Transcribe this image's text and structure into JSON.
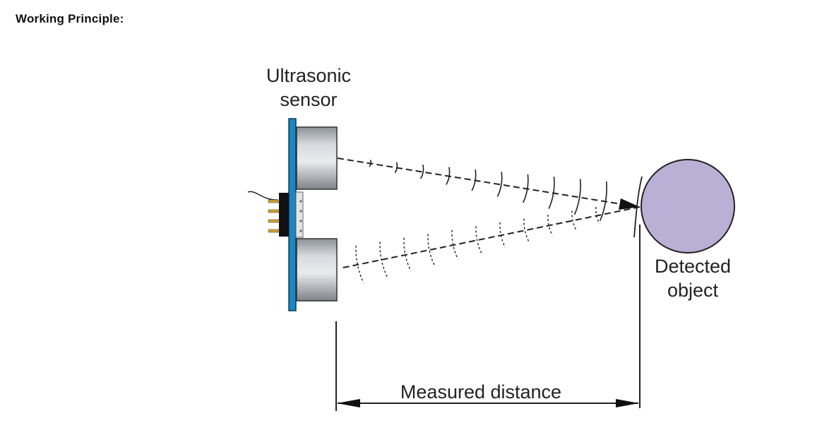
{
  "heading": "Working Principle:",
  "diagram": {
    "sensor_label": [
      "Ultrasonic",
      "sensor"
    ],
    "object_label": [
      "Detected",
      "object"
    ],
    "distance_label": "Measured distance"
  },
  "colors": {
    "pcb_blue": "#1a87c3",
    "object_fill": "#b9b0d6",
    "transducer_gray": "#c4c7cc",
    "pin_gold": "#c9a23a"
  },
  "icons": [
    "ultrasonic-sensor-icon",
    "detected-object-icon"
  ]
}
